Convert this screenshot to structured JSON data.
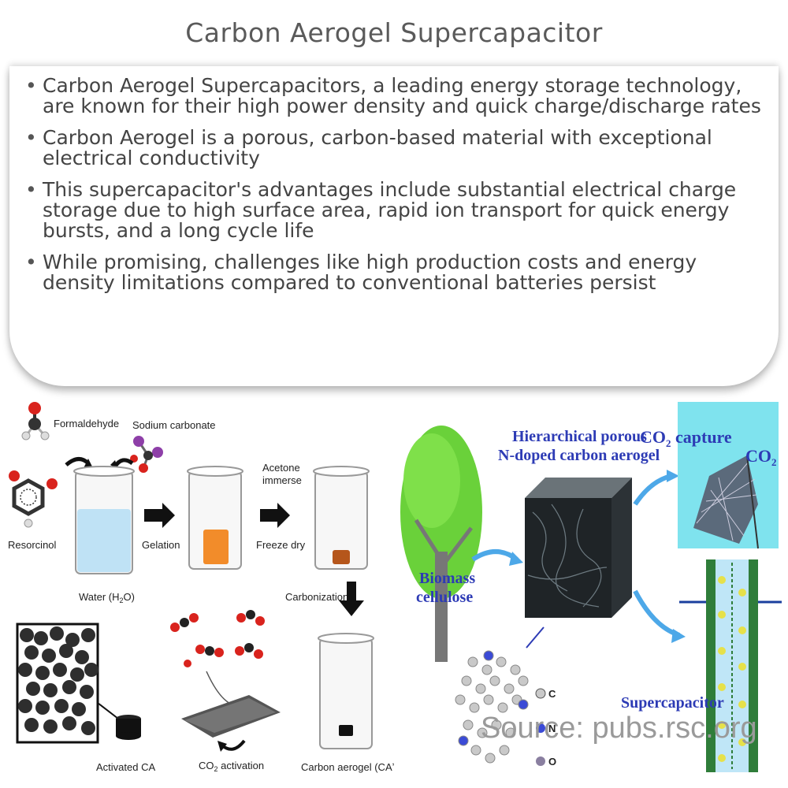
{
  "title": "Carbon Aerogel Supercapacitor",
  "bullets": [
    "Carbon Aerogel Supercapacitors, a leading energy storage technology, are known for their high power density and quick charge/discharge rates",
    "Carbon Aerogel is a porous, carbon-based material with exceptional electrical conductivity",
    "This supercapacitor's advantages include substantial electrical charge storage due to high surface area, rapid ion transport for quick energy bursts, and a long cycle life",
    "While promising, challenges like high production costs and energy density limitations compared to conventional batteries persist"
  ],
  "left_diagram": {
    "formaldehyde": "Formaldehyde",
    "sodium_carbonate": "Sodium carbonate",
    "resorcinol": "Resorcinol",
    "water": "Water (H",
    "water_sub": "2",
    "water_end": "O)",
    "gelation": "Gelation",
    "acetone_1": "Acetone",
    "acetone_2": "immerse",
    "freeze_dry": "Freeze dry",
    "carbonization": "Carbonization",
    "activated_ca": "Activated CA",
    "co2_activation": "CO",
    "co2_activation_sub": "2",
    "co2_activation_end": " activation",
    "carbon_aerogel": "Carbon aerogel (CAʼ"
  },
  "right_diagram": {
    "hierarchical_1": "Hierarchical porous",
    "hierarchical_2": "N-doped carbon aerogel",
    "co2_capture": "CO",
    "co2_capture_sub": "2",
    "co2_capture_end": " capture",
    "co2_net": "CO",
    "co2_net_sub": "2",
    "biomass_1": "Biomass",
    "biomass_2": "cellulose",
    "supercapacitor": "Supercapacitor",
    "legend_c": "C",
    "legend_n": "N",
    "legend_o": "O"
  },
  "watermark": "Source: pubs.rsc.org",
  "colors": {
    "accent_blue": "#2d3bb5",
    "water": "#bfe2f5",
    "gel": "#f28c2a",
    "panel_cyan": "#7fe3ee"
  }
}
